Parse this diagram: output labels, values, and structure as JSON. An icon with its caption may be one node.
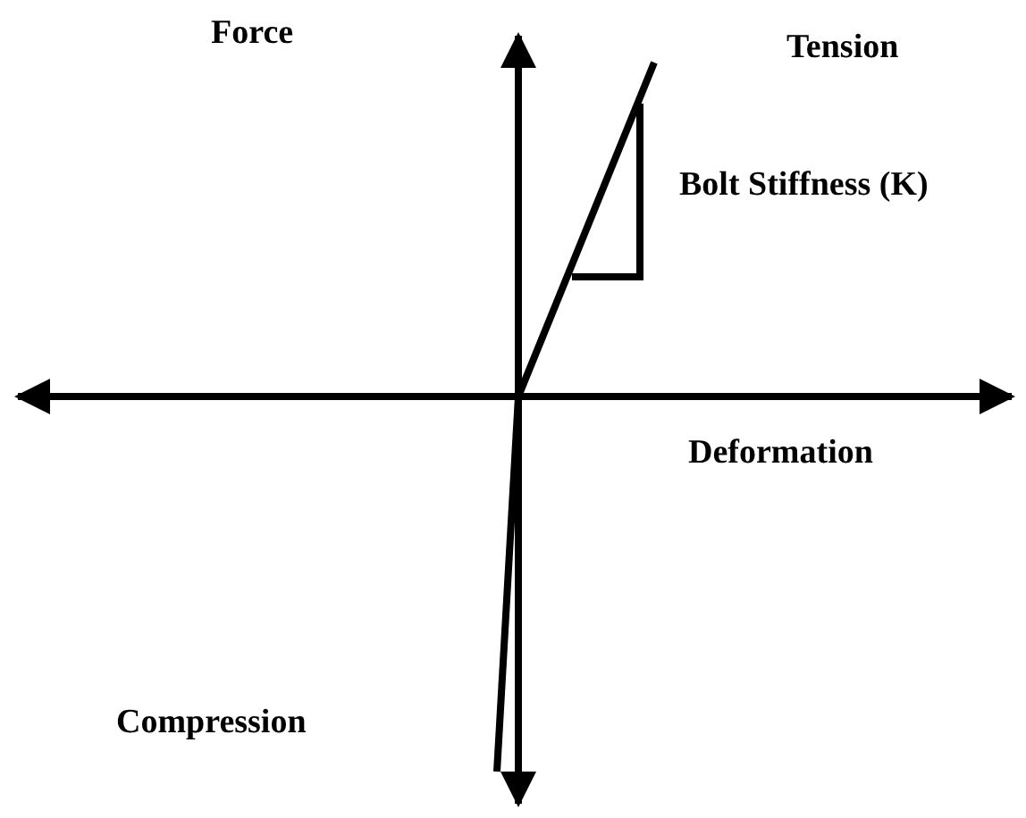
{
  "diagram": {
    "labels": [
      "Force",
      "Tension",
      "Bolt Stiffness (K)",
      "Deformation",
      "Compression"
    ]
  }
}
